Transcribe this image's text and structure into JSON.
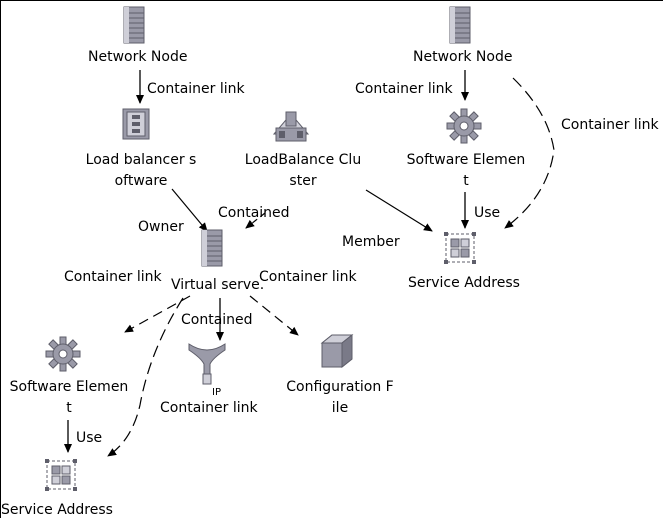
{
  "nodes": {
    "network_node_1": {
      "label": "Network Node",
      "icon": "server-icon"
    },
    "network_node_2": {
      "label": "Network Node",
      "icon": "server-icon"
    },
    "lb_software": {
      "label_line1": "Load balancer s",
      "label_line2": "oftware",
      "icon": "load-balancer-software-icon"
    },
    "lb_cluster": {
      "label_line1": "LoadBalance Clu",
      "label_line2": "ster",
      "icon": "cluster-icon"
    },
    "sw_element_1": {
      "label_line1": "Software Elemen",
      "label_line2": "t",
      "icon": "gear-icon"
    },
    "virtual_server": {
      "label": "Virtual serve.",
      "icon": "server-icon"
    },
    "service_address_1": {
      "label": "Service Address",
      "icon": "service-address-icon"
    },
    "sw_element_2": {
      "label_line1": "Software Elemen",
      "label_line2": "t",
      "icon": "gear-icon"
    },
    "ip": {
      "label": "IP",
      "icon": "ip-icon"
    },
    "config_file": {
      "label_line1": "Configuration F",
      "label_line2": "ile",
      "icon": "cube-icon"
    },
    "service_address_2": {
      "label": "Service Address",
      "icon": "service-address-icon"
    }
  },
  "edges": {
    "nn1_lbs": "Container link",
    "nn2_sw": "Container link",
    "nn2_sa": "Container link",
    "lbs_vs": "Owner",
    "lbc_vs": "Contained",
    "lbc_sa": "Member",
    "sw1_sa": "Use",
    "vs_sw2": "Container link",
    "vs_cfg": "Container link",
    "vs_ip": "Contained",
    "vs_sa2": "Container link",
    "sw2_sa2": "Use"
  },
  "colors": {
    "line": "#000000",
    "icon_fill": "#9a9aa8",
    "icon_dark": "#5e5e6a",
    "icon_light": "#cfcfd8"
  }
}
